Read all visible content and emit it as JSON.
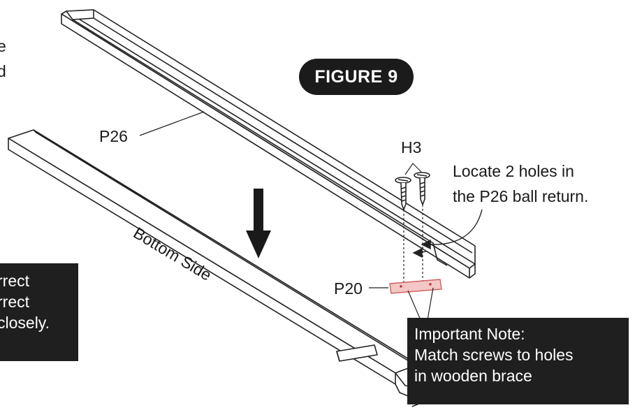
{
  "figure_label": "FIGURE 9",
  "parts": {
    "ball_return": "P26",
    "brace": "P20",
    "screws": "H3"
  },
  "side_label": "Bottom Side",
  "locate_text": [
    "Locate 2 holes in",
    "the P26 ball return."
  ],
  "important_note": [
    "Important Note:",
    "Match screws to holes",
    "in wooden brace"
  ],
  "left_box_text": [
    "rrect",
    "rrect",
    "closely."
  ],
  "top_left_text": [
    "e",
    "d"
  ],
  "colors": {
    "brace_fill": "#f4c6c6",
    "brace_stroke": "#d06060",
    "note_bg": "#1f1f1f",
    "pill_bg": "#1b1b1b"
  }
}
